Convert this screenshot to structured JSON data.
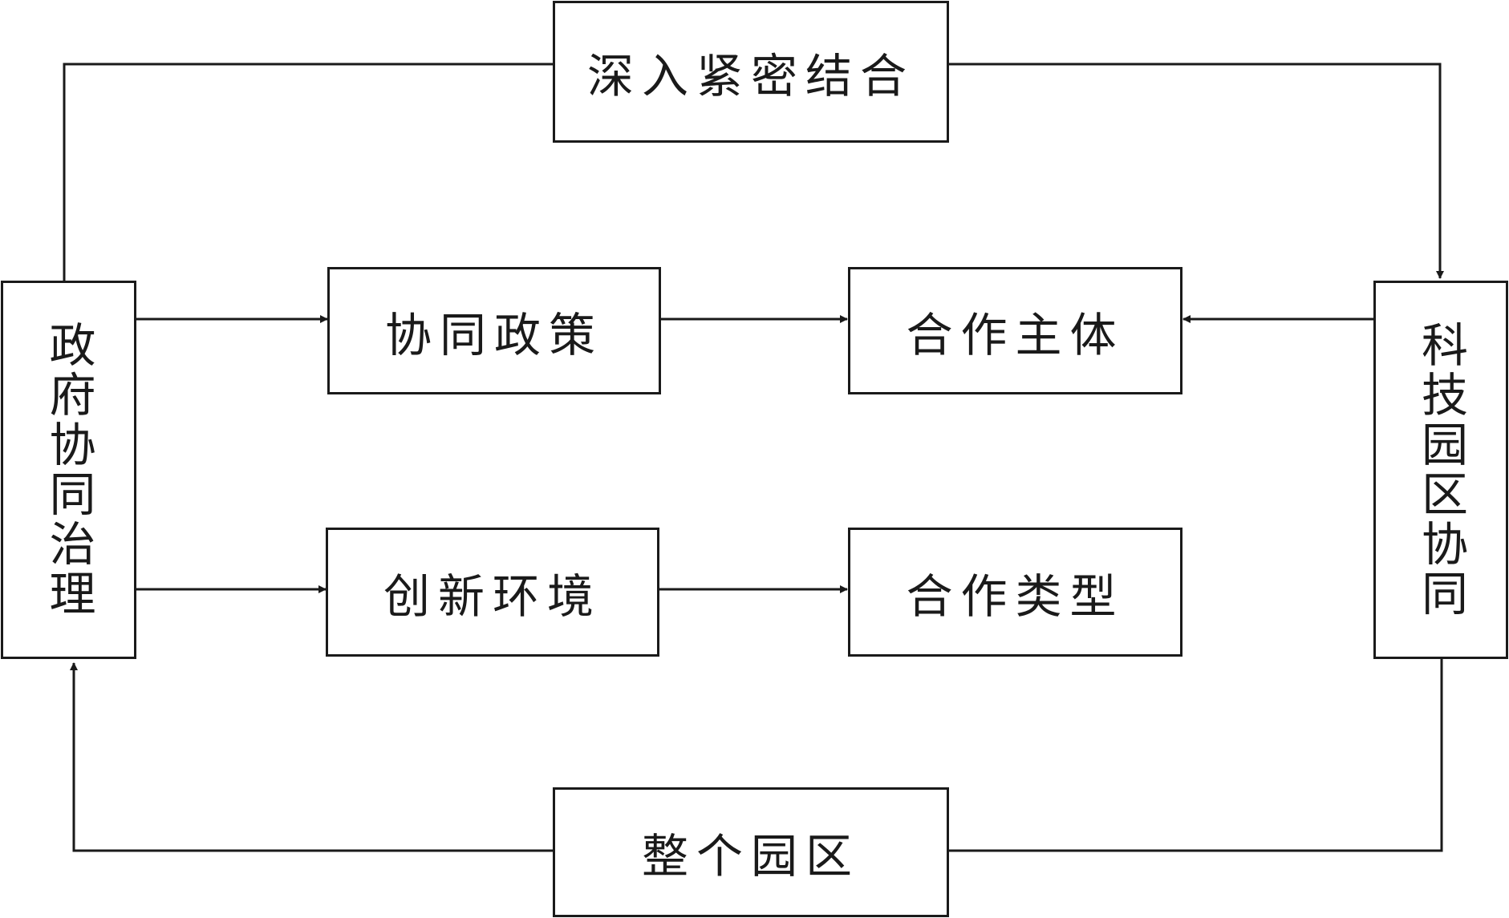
{
  "diagram": {
    "nodes": {
      "gov": {
        "label": "政府协同治理",
        "orientation": "vertical"
      },
      "park": {
        "label": "科技园区协同",
        "orientation": "vertical"
      },
      "top": {
        "label": "深入紧密结合"
      },
      "bottom": {
        "label": "整个园区"
      },
      "policy": {
        "label": "协同政策"
      },
      "env": {
        "label": "创新环境"
      },
      "subject": {
        "label": "合作主体"
      },
      "type": {
        "label": "合作类型"
      }
    },
    "edges": [
      {
        "from": "gov",
        "to": "top",
        "via": "top",
        "arrow": false
      },
      {
        "from": "top",
        "to": "park",
        "arrow": true
      },
      {
        "from": "park",
        "to": "bottom",
        "arrow": false
      },
      {
        "from": "bottom",
        "to": "gov",
        "arrow": true
      },
      {
        "from": "gov",
        "to": "policy",
        "arrow": true
      },
      {
        "from": "gov",
        "to": "env",
        "arrow": true
      },
      {
        "from": "policy",
        "to": "subject",
        "arrow": true
      },
      {
        "from": "env",
        "to": "type",
        "arrow": true
      },
      {
        "from": "park",
        "to": "subject",
        "arrow": true
      }
    ],
    "colors": {
      "stroke": "#1a1a1a",
      "background": "#ffffff"
    }
  }
}
